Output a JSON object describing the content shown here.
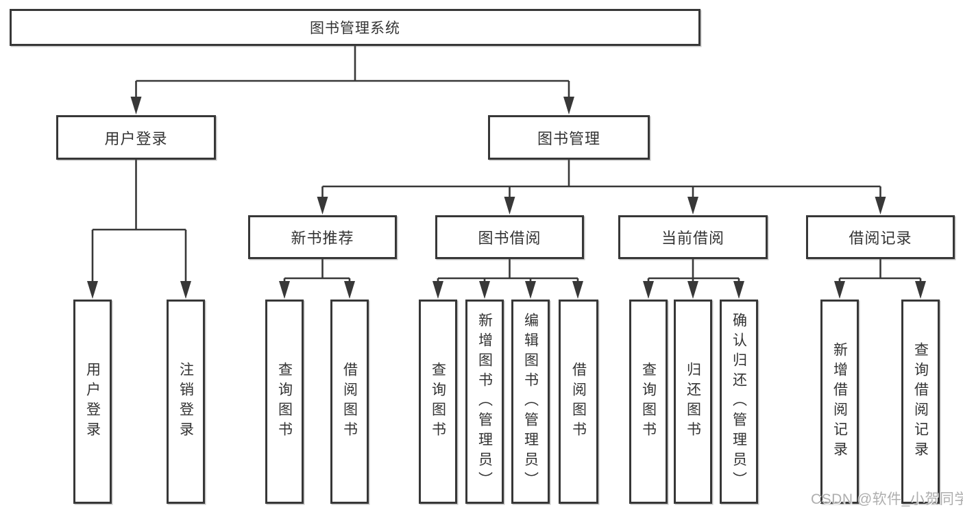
{
  "nodes": {
    "root": "图书管理系统",
    "user_login": "用户登录",
    "book_management": "图书管理",
    "new_book_rec": "新书推荐",
    "book_borrow": "图书借阅",
    "current_borrow": "当前借阅",
    "borrow_records": "借阅记录",
    "leaf_user_login": "用户登录",
    "leaf_logout": "注销登录",
    "leaf_query_books_1": "查询图书",
    "leaf_borrow_books_1": "借阅图书",
    "leaf_query_books_2": "查询图书",
    "leaf_add_books": "新增图书（管理员）",
    "leaf_edit_books": "编辑图书（管理员）",
    "leaf_borrow_books_2": "借阅图书",
    "leaf_query_books_3": "查询图书",
    "leaf_return_books": "归还图书",
    "leaf_confirm_return": "确认归还（管理员）",
    "leaf_add_borrow_record": "新增借阅记录",
    "leaf_query_borrow_record": "查询借阅记录"
  },
  "hierarchy": {
    "图书管理系统": {
      "用户登录": [
        "用户登录",
        "注销登录"
      ],
      "图书管理": {
        "新书推荐": [
          "查询图书",
          "借阅图书"
        ],
        "图书借阅": [
          "查询图书",
          "新增图书（管理员）",
          "编辑图书（管理员）",
          "借阅图书"
        ],
        "当前借阅": [
          "查询图书",
          "归还图书",
          "确认归还（管理员）"
        ],
        "借阅记录": [
          "新增借阅记录",
          "查询借阅记录"
        ]
      }
    }
  },
  "watermark": "CSDN @软件_小贺同学",
  "colors": {
    "line": "#383838",
    "border": "#373737",
    "text": "#333333",
    "watermark": "#aeaeae",
    "background": "#ffffff"
  }
}
